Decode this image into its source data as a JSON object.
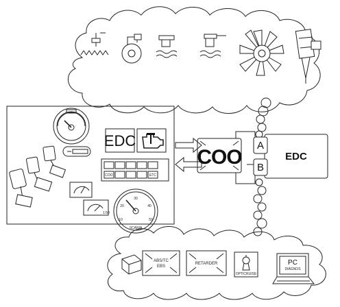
{
  "edc_module": {
    "label": "EDC",
    "port_a": "A",
    "port_b": "B"
  },
  "coo_unit": {
    "label": "COO"
  },
  "dashboard": {
    "edc_warning_label": "EDC",
    "warning_lamps": [
      "COO",
      "ETC"
    ],
    "ratio_display": "1:50"
  },
  "bottom_cloud": {
    "abs_line1": "ABS/TC",
    "abs_line2": "EBS",
    "retarder": "RETARDER",
    "opticruise": "OPTICRUISE",
    "pc_line1": "PC",
    "pc_line2": "DIAGNOS"
  },
  "speedometer": {
    "ticks": [
      "10",
      "20",
      "30",
      "40",
      "50"
    ],
    "brand": "SCANIA"
  }
}
